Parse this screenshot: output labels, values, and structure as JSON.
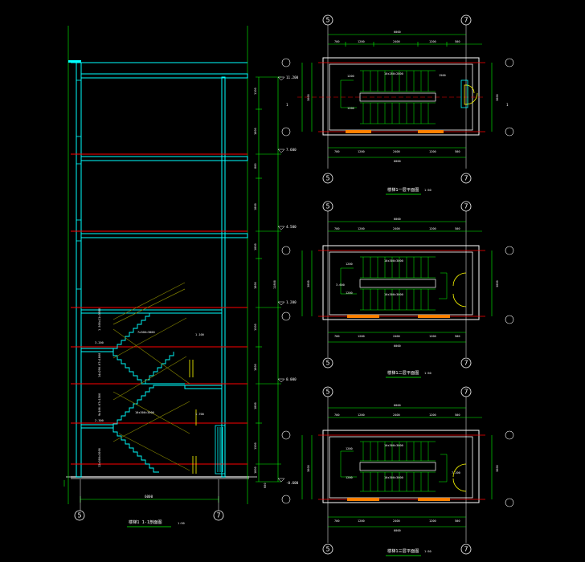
{
  "axes": {
    "left": "5",
    "right": "7"
  },
  "section": {
    "title": "楼梯1  1-1剖面图",
    "scale": "1:50",
    "span": "6000",
    "elevations": [
      "11.200",
      "7.600",
      "4.500",
      "1.200",
      "0.000",
      "-0.600"
    ],
    "vertical_dims": [
      "1100",
      "1800",
      "800",
      "1800",
      "1800",
      "1800",
      "1500",
      "1800",
      "1800",
      "1500",
      "1800",
      "900",
      "600",
      "11800"
    ],
    "flight_labels": [
      "1.500x11=3000",
      "7x300=3000",
      "14x290.67=1800",
      "10x300=3000",
      "9x166.67=1500",
      "12x300=3000"
    ],
    "landing_labels": [
      "1.100",
      "3.200",
      "1.700",
      "2.300"
    ]
  },
  "plans": [
    {
      "title": "楼梯1一层平面图",
      "scale": "1:50",
      "top_total": "6000",
      "top_segs": [
        "700",
        "1200",
        "2400",
        "1200",
        "500"
      ],
      "bot_total": "6000",
      "bot_segs": [
        "700",
        "1200",
        "2400",
        "1200",
        "500"
      ],
      "side_dims": [
        "3000",
        "3000"
      ],
      "inner": [
        "1200",
        "10x280=2800",
        "1200",
        "1500"
      ],
      "sec_mark": "1",
      "level": ""
    },
    {
      "title": "楼梯1二层平面图",
      "scale": "1:50",
      "top_total": "6000",
      "top_segs": [
        "700",
        "1200",
        "2400",
        "1200",
        "500"
      ],
      "bot_total": "6000",
      "bot_segs": [
        "700",
        "1200",
        "2400",
        "1200",
        "500"
      ],
      "side_dims": [
        "3000",
        "3000"
      ],
      "inner": [
        "1200",
        "10x300=3000",
        "1200",
        "10x300=3000"
      ],
      "sec_mark": "",
      "level": "3.600"
    },
    {
      "title": "楼梯1三层平面图",
      "scale": "1:50",
      "top_total": "6000",
      "top_segs": [
        "700",
        "1200",
        "2400",
        "1200",
        "500"
      ],
      "bot_total": "6000",
      "bot_segs": [
        "700",
        "1200",
        "2400",
        "1200",
        "500"
      ],
      "side_dims": [
        "3000",
        "3000"
      ],
      "inner": [
        "1200",
        "10x300=3000",
        "1200",
        "10x300=3000"
      ],
      "sec_mark": "",
      "level": "7.200"
    }
  ],
  "colors": {
    "background": "#000000",
    "wall": "#00ffff",
    "dimension": "#00ff00",
    "text": "#ffffff",
    "axis_line": "#ff0000",
    "stair": "#ffff00",
    "hatch": "#ff8000"
  }
}
